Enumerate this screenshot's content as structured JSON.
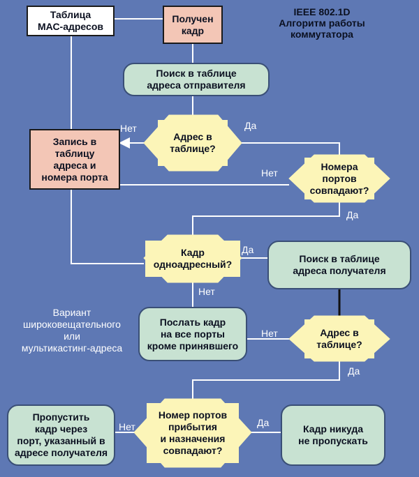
{
  "title": "IEEE 802.1D\nАлгоритм работы\nкоммутатора",
  "nodes": {
    "mac_table": "Таблица\nМАС-адресов",
    "frame_received": "Получен\nкадр",
    "search_sender": "Поиск в таблице\nадреса отправителя",
    "address_in_table_1": "Адрес в\nтаблице?",
    "record_address": "Запись в\nтаблицу\nадреса и\nномера порта",
    "ports_match": "Номера\nпортов\nсовпадают?",
    "frame_unicast": "Кадр\nодноадресный?",
    "search_receiver": "Поиск в таблице\nадреса получателя",
    "send_all_ports": "Послать кадр\nна все порты\nкроме принявшего",
    "address_in_table_2": "Адрес в\nтаблице?",
    "arrival_dest_ports_match": "Номер портов\nприбытия\nи назначения\nсовпадают?",
    "pass_frame": "Пропустить\nкадр через\nпорт, указанный в\nадресе получателя",
    "drop_frame": "Кадр никуда\nне пропускать"
  },
  "note": "Вариант\nшироковещательного\nили\nмультикастинг-адреса",
  "edge_labels": {
    "no_1": "Нет",
    "yes_1": "Да",
    "no_2": "Нет",
    "yes_2": "Да",
    "yes_3": "Да",
    "no_3": "Нет",
    "no_4": "Нет",
    "yes_4": "Да",
    "no_5": "Нет",
    "yes_5": "Да"
  },
  "colors": {
    "background": "#5e78b4",
    "process_green": "#c8e2d2",
    "decision_yellow": "#fcf5b8",
    "io_pink": "#f3c6b6",
    "connector_white": "#ffffff",
    "connector_black": "#111111"
  }
}
